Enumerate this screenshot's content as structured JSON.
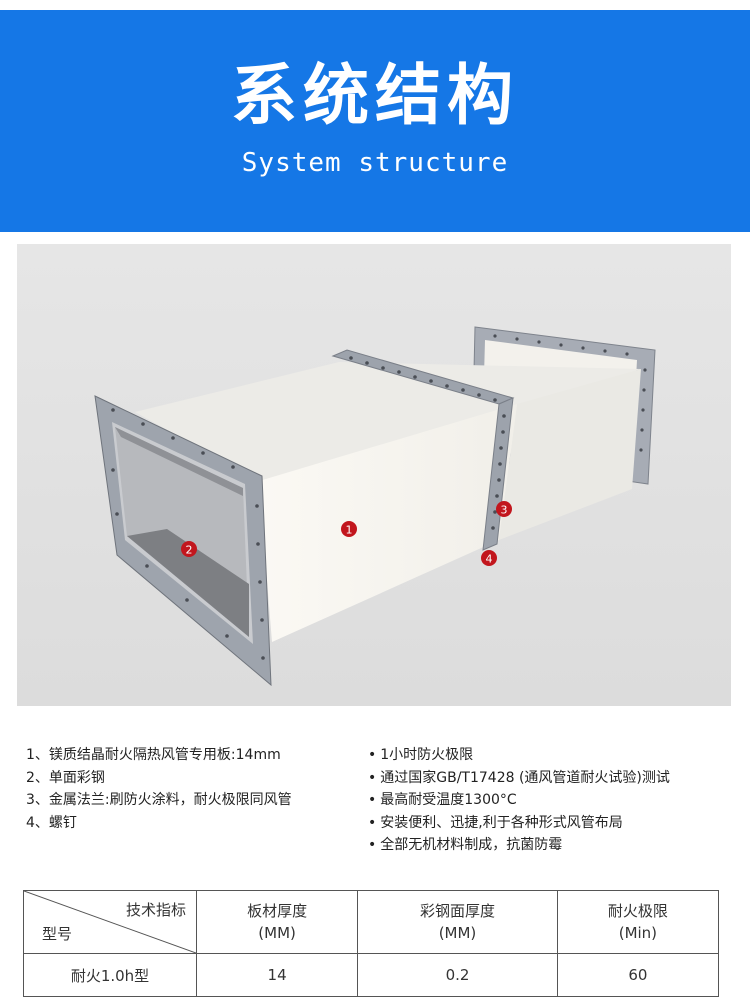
{
  "header": {
    "title_cn": "系统结构",
    "title_en": "System structure",
    "background": "#1577e6"
  },
  "diagram": {
    "markers": [
      {
        "label": "1",
        "color": "#c2161d"
      },
      {
        "label": "2",
        "color": "#c2161d"
      },
      {
        "label": "3",
        "color": "#c2161d"
      },
      {
        "label": "4",
        "color": "#c2161d"
      }
    ]
  },
  "components": [
    "1、镁质结晶耐火隔热风管专用板:14mm",
    "2、单面彩钢",
    "3、金属法兰:刷防火涂料，耐火极限同风管",
    "4、螺钉"
  ],
  "features": [
    "1小时防火极限",
    "通过国家GB/T17428 (通风管道耐火试验)测试",
    "最高耐受温度1300°C",
    "安装便利、迅捷,利于各种形式风管布局",
    "全部无机材料制成，抗菌防霉"
  ],
  "table": {
    "corner_top": "技术指标",
    "corner_bottom": "型号",
    "headers": [
      {
        "line1": "板材厚度",
        "line2": "(MM)"
      },
      {
        "line1": "彩钢面厚度",
        "line2": "(MM)"
      },
      {
        "line1": "耐火极限",
        "line2": "(Min)"
      }
    ],
    "rows": [
      {
        "model": "耐火1.0h型",
        "board": "14",
        "steel": "0.2",
        "fire": "60"
      }
    ]
  }
}
